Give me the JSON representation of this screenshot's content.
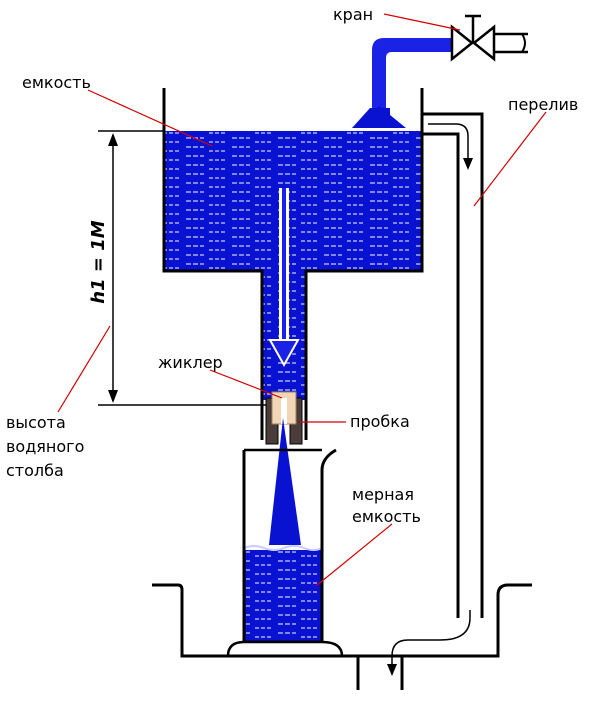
{
  "labels": {
    "kran": "кран",
    "emkost": "емкость",
    "pereliv": "перелив",
    "height": "h1 = 1М",
    "zhikler": "жиклер",
    "probka": "пробка",
    "vysota_1": "высота",
    "vysota_2": "водяного",
    "vysota_3": "столба",
    "mernaya_1": "мерная",
    "mernaya_2": "емкость"
  },
  "colors": {
    "water": "#0a12d2",
    "outline": "#000000",
    "leader": "#d40000",
    "cork": "#f0d6b4",
    "plug": "#4a3c38",
    "pipe": "#1a22e6"
  }
}
